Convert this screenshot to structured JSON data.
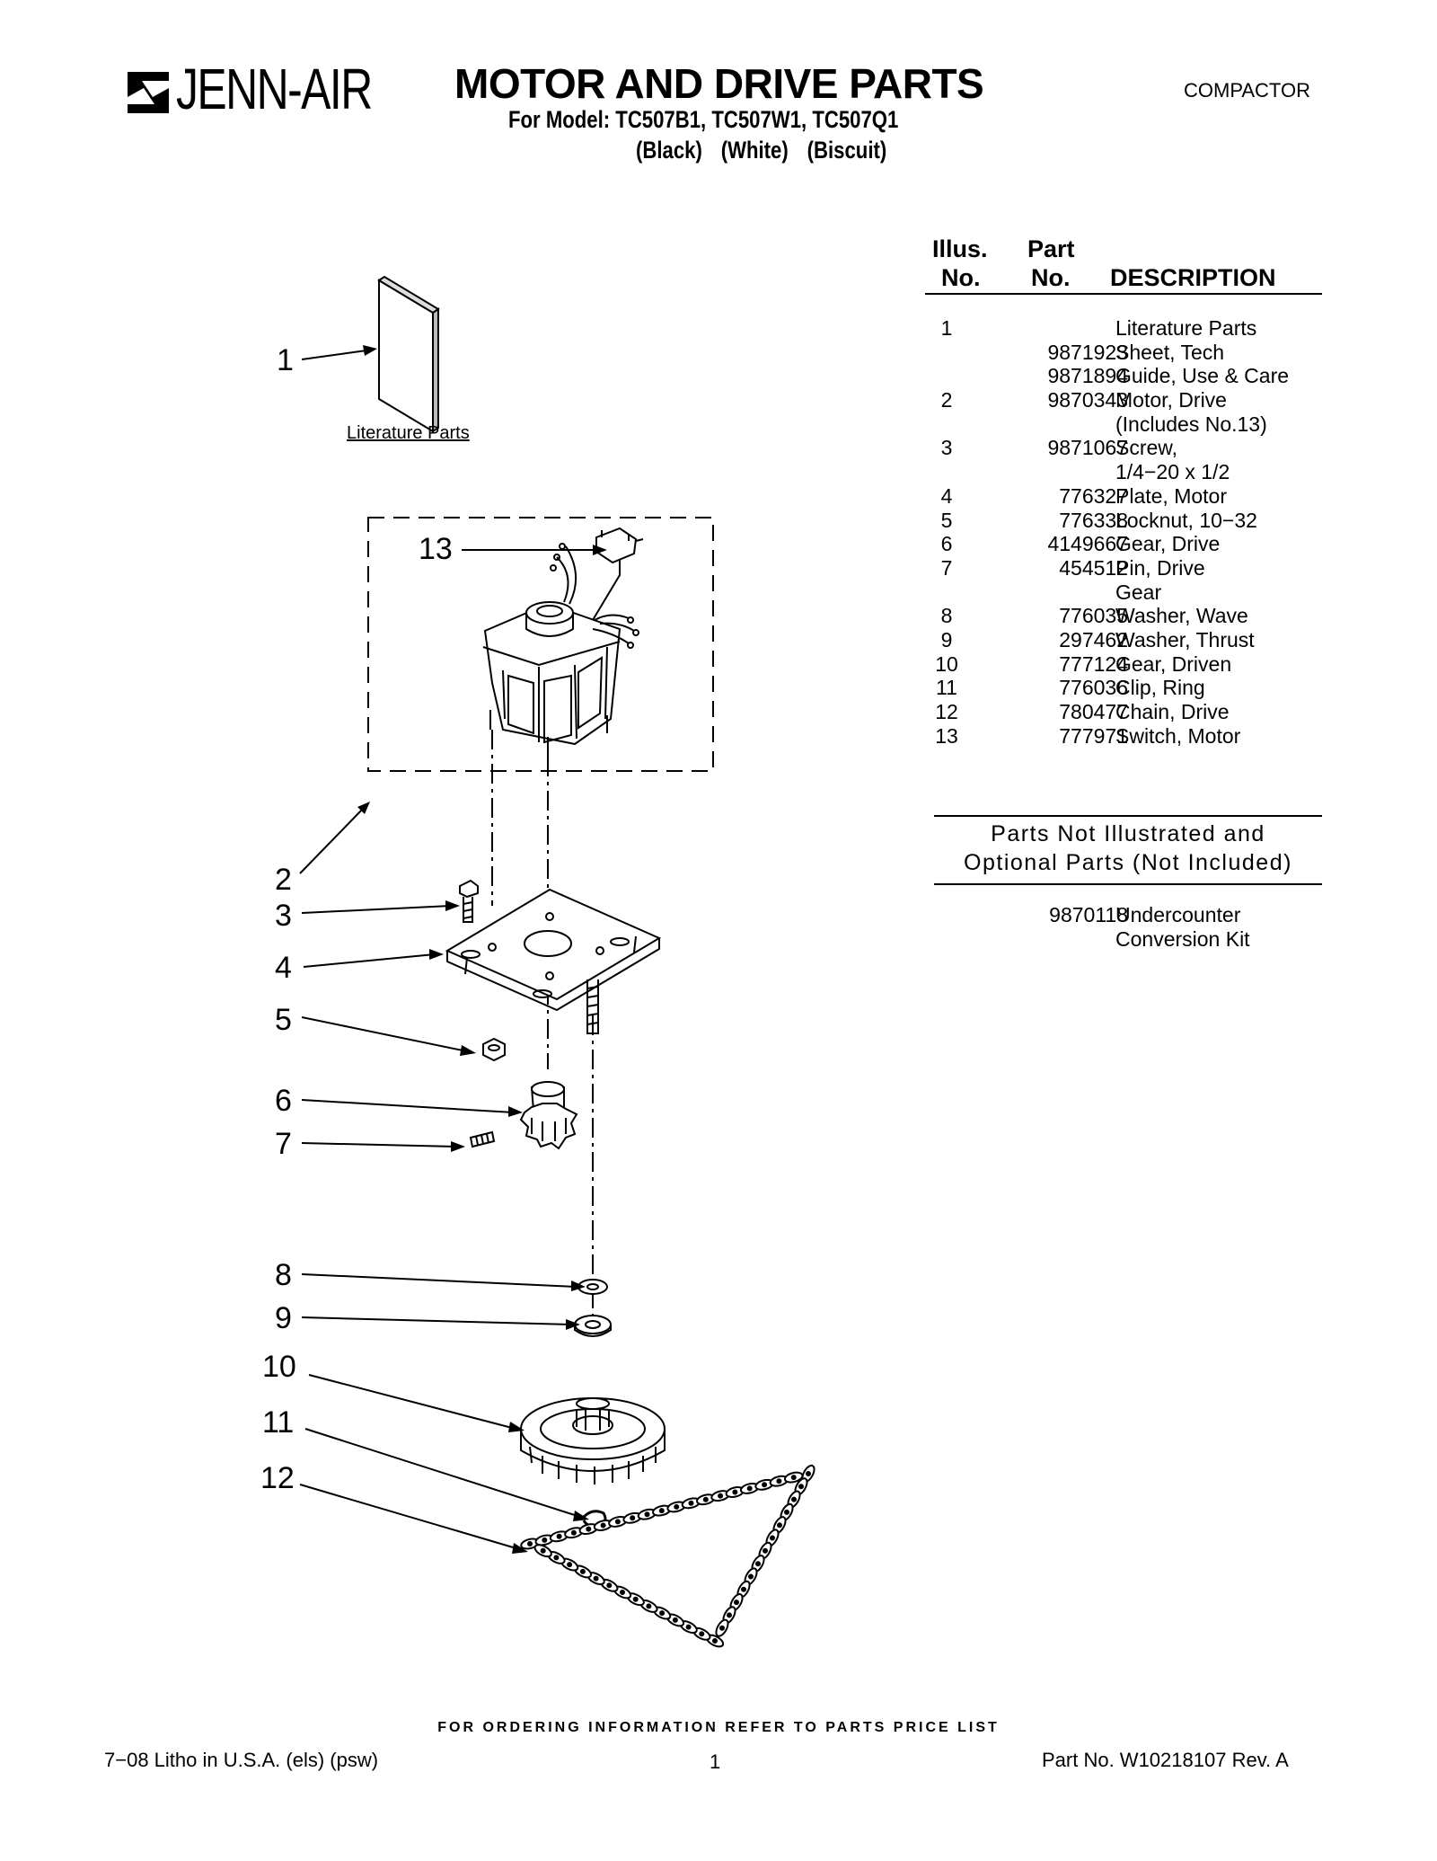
{
  "header": {
    "brand": "JENN-AIR",
    "title": "MOTOR AND DRIVE PARTS",
    "models": "For Model: TC507B1, TC507W1, TC507Q1",
    "colors": "(Black) (White) (Biscuit)",
    "category": "COMPACTOR"
  },
  "table": {
    "headers": {
      "illus_1": "Illus.",
      "illus_2": "No.",
      "part_1": "Part",
      "part_2": "No.",
      "description": "DESCRIPTION"
    },
    "rows": [
      {
        "illus": "1",
        "part": "",
        "desc": "Literature Parts"
      },
      {
        "illus": "",
        "part": "9871923",
        "desc": "Sheet, Tech"
      },
      {
        "illus": "",
        "part": "9871894",
        "desc": "Guide, Use & Care"
      },
      {
        "illus": "2",
        "part": "9870343",
        "desc": "Motor, Drive"
      },
      {
        "illus": "",
        "part": "",
        "desc": "(Includes No.13)"
      },
      {
        "illus": "3",
        "part": "9871067",
        "desc": "Screw,"
      },
      {
        "illus": "",
        "part": "",
        "desc": "1/4−20 x 1/2"
      },
      {
        "illus": "4",
        "part": "776327",
        "desc": "Plate, Motor"
      },
      {
        "illus": "5",
        "part": "776338",
        "desc": "Locknut, 10−32"
      },
      {
        "illus": "6",
        "part": "4149667",
        "desc": "Gear, Drive"
      },
      {
        "illus": "7",
        "part": "454512",
        "desc": "Pin, Drive"
      },
      {
        "illus": "",
        "part": "",
        "desc": "Gear"
      },
      {
        "illus": "8",
        "part": "776035",
        "desc": "Washer, Wave"
      },
      {
        "illus": "9",
        "part": "297462",
        "desc": "Washer, Thrust"
      },
      {
        "illus": "10",
        "part": "777124",
        "desc": "Gear, Driven"
      },
      {
        "illus": "11",
        "part": "776036",
        "desc": "Clip, Ring"
      },
      {
        "illus": "12",
        "part": "780477",
        "desc": "Chain, Drive"
      },
      {
        "illus": "13",
        "part": "777971",
        "desc": "Switch, Motor"
      }
    ]
  },
  "not_illustrated": {
    "title_1": "Parts Not Illustrated and",
    "title_2": "Optional Parts (Not Included)",
    "rows": [
      {
        "illus": "",
        "part": "9870118",
        "desc": "Undercounter"
      },
      {
        "illus": "",
        "part": "",
        "desc": "Conversion Kit"
      }
    ]
  },
  "diagram": {
    "literature_label": "Literature Parts",
    "callouts": [
      "1",
      "2",
      "3",
      "4",
      "5",
      "6",
      "7",
      "8",
      "9",
      "10",
      "11",
      "12",
      "13"
    ]
  },
  "footer": {
    "order_note": "FOR ORDERING INFORMATION REFER TO PARTS PRICE LIST",
    "left": "7−08 Litho in U.S.A. (els) (psw)",
    "page": "1",
    "right": "Part No. W10218107 Rev. A"
  }
}
